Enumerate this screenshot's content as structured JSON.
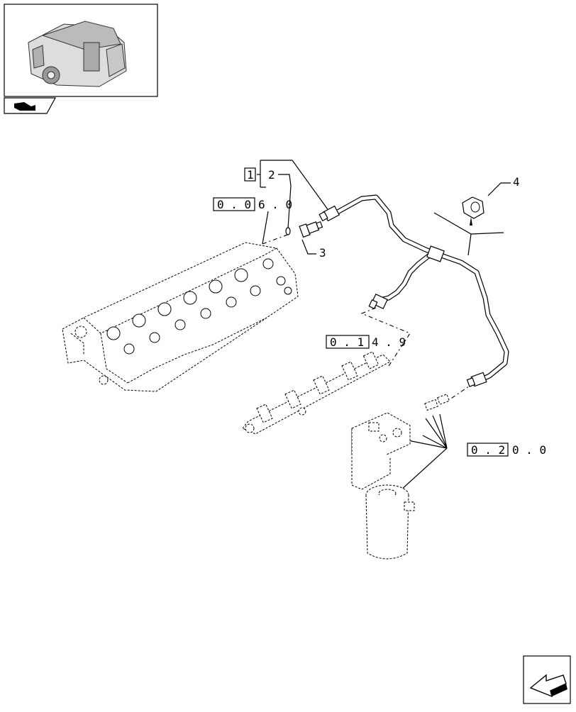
{
  "callouts": {
    "item_1": "1",
    "item_2": "2",
    "item_3": "3",
    "item_4": "4"
  },
  "refs": {
    "cylinder_head": {
      "boxed": "0 . 0",
      "rest": "6 . 0"
    },
    "fuel_rail": {
      "boxed": "0 . 1",
      "rest": "4 . 9"
    },
    "fuel_filter": {
      "boxed": "0 . 2",
      "rest": "0 . 0"
    }
  },
  "icons": {
    "thumbnail": "engine-thumbnail-icon",
    "section_marker": "engine-section-icon",
    "navigation": "next-page-arrow-icon"
  }
}
